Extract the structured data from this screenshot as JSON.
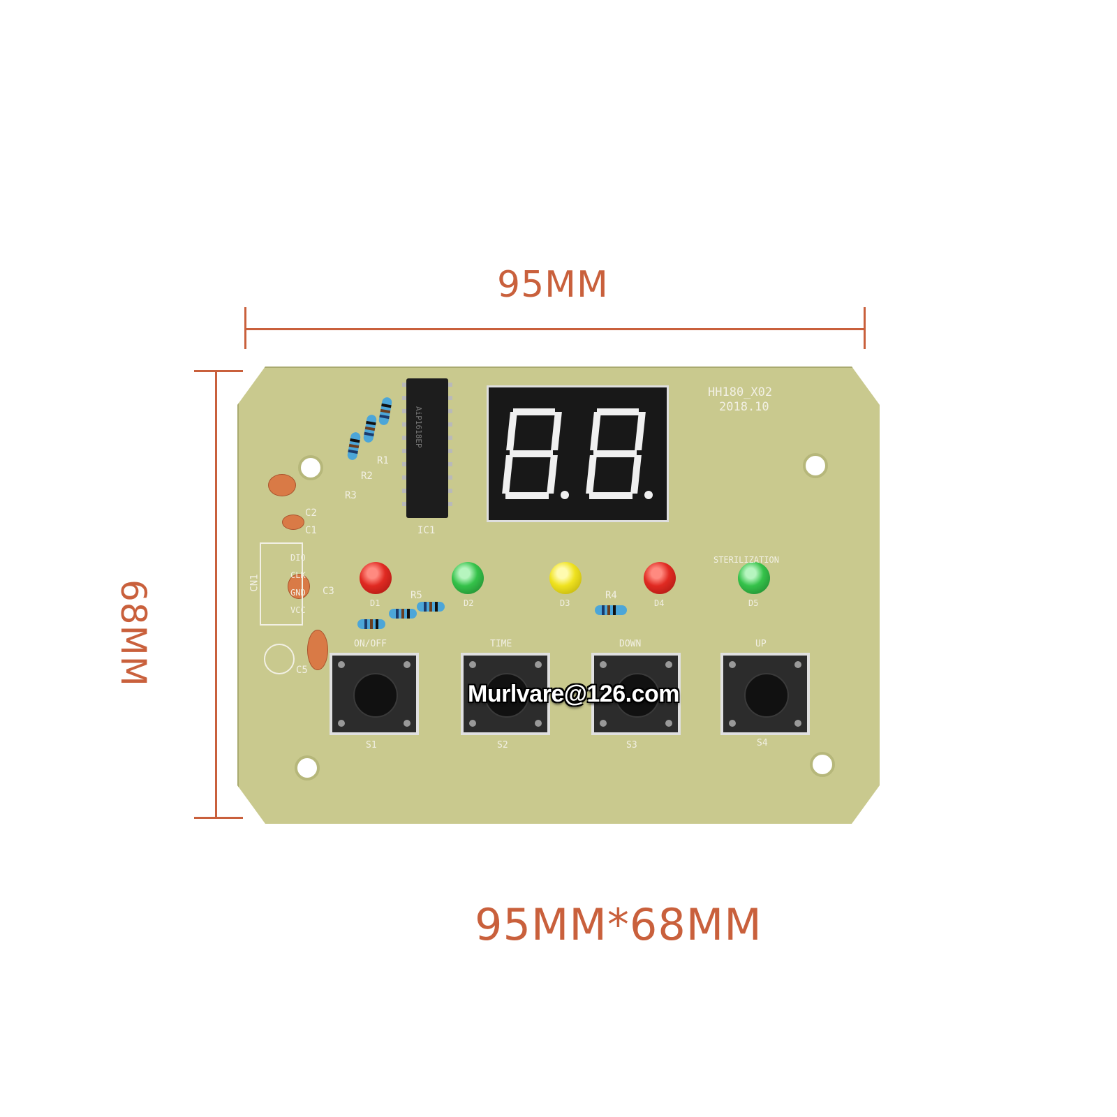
{
  "dimensions": {
    "width_label": "95MM",
    "height_label": "68MM",
    "size_caption": "95MM*68MM",
    "color": "#c9603c"
  },
  "pcb": {
    "board_id": "HH180_X02",
    "board_date": "2018.10",
    "ic_designator": "IC1",
    "ic_marking": "AiP1618EP",
    "display_digits": "8.8.",
    "resistors": [
      "R1",
      "R2",
      "R3",
      "R4",
      "R5"
    ],
    "capacitors": [
      "C1",
      "C2",
      "C3",
      "C5"
    ],
    "connector": {
      "designator": "CN1",
      "pins": [
        "DIO",
        "CLK",
        "GND",
        "VCC"
      ]
    },
    "leds": [
      {
        "designator": "D1",
        "color": "#e02a22"
      },
      {
        "designator": "D2",
        "color": "#35c24a"
      },
      {
        "designator": "D3",
        "color": "#efe21f"
      },
      {
        "designator": "D4",
        "color": "#e02a22"
      },
      {
        "designator": "D5",
        "color": "#35c24a",
        "label": "STERILIZATION"
      }
    ],
    "switches": [
      {
        "designator": "S1",
        "label": "ON/OFF"
      },
      {
        "designator": "S2",
        "label": "TIME"
      },
      {
        "designator": "S3",
        "label": "DOWN"
      },
      {
        "designator": "S4",
        "label": "UP"
      }
    ]
  },
  "watermark": "Murlvare@126.com"
}
